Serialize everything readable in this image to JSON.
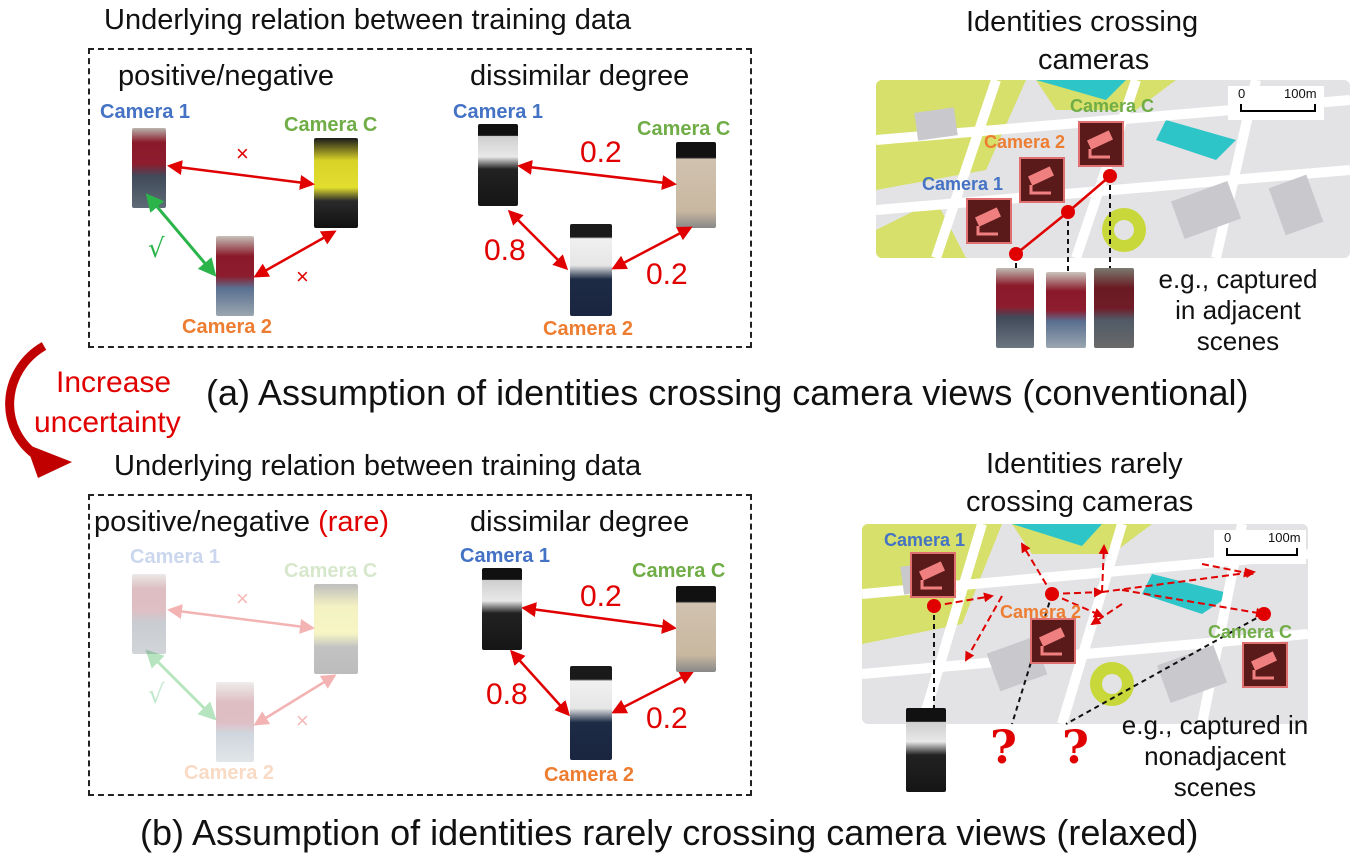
{
  "top": {
    "relation_title": "Underlying relation between training data",
    "posneg_title": "positive/negative",
    "dissimilar_title": "dissimilar degree",
    "map_title_l1": "Identities crossing",
    "map_title_l2": "cameras",
    "note_l1": "e.g., captured",
    "note_l2": "in adjacent",
    "note_l3": "scenes",
    "caption": "(a) Assumption of identities crossing camera views (conventional)"
  },
  "bottom": {
    "relation_title": "Underlying relation between training data",
    "posneg_title": "positive/negative",
    "posneg_rare": "(rare)",
    "dissimilar_title": "dissimilar degree",
    "map_title_l1": "Identities rarely",
    "map_title_l2": "crossing cameras",
    "note_l1": "e.g., captured in",
    "note_l2": "nonadjacent",
    "note_l3": "scenes",
    "caption": "(b) Assumption of identities rarely crossing camera views (relaxed)"
  },
  "labels": {
    "camera1": "Camera 1",
    "camera2": "Camera 2",
    "cameraC": "Camera C",
    "cross": "×",
    "check": "√",
    "v02": "0.2",
    "v08": "0.8",
    "qmark": "?",
    "scale0": "0",
    "scale100": "100m"
  },
  "increase": {
    "l1": "Increase",
    "l2": "uncertainty"
  },
  "colors": {
    "camera1": "#4472C4",
    "camera2": "#ED7D31",
    "cameraC": "#70AD47",
    "arrow_red": "#e00000",
    "arrow_green": "#2bb44a"
  }
}
